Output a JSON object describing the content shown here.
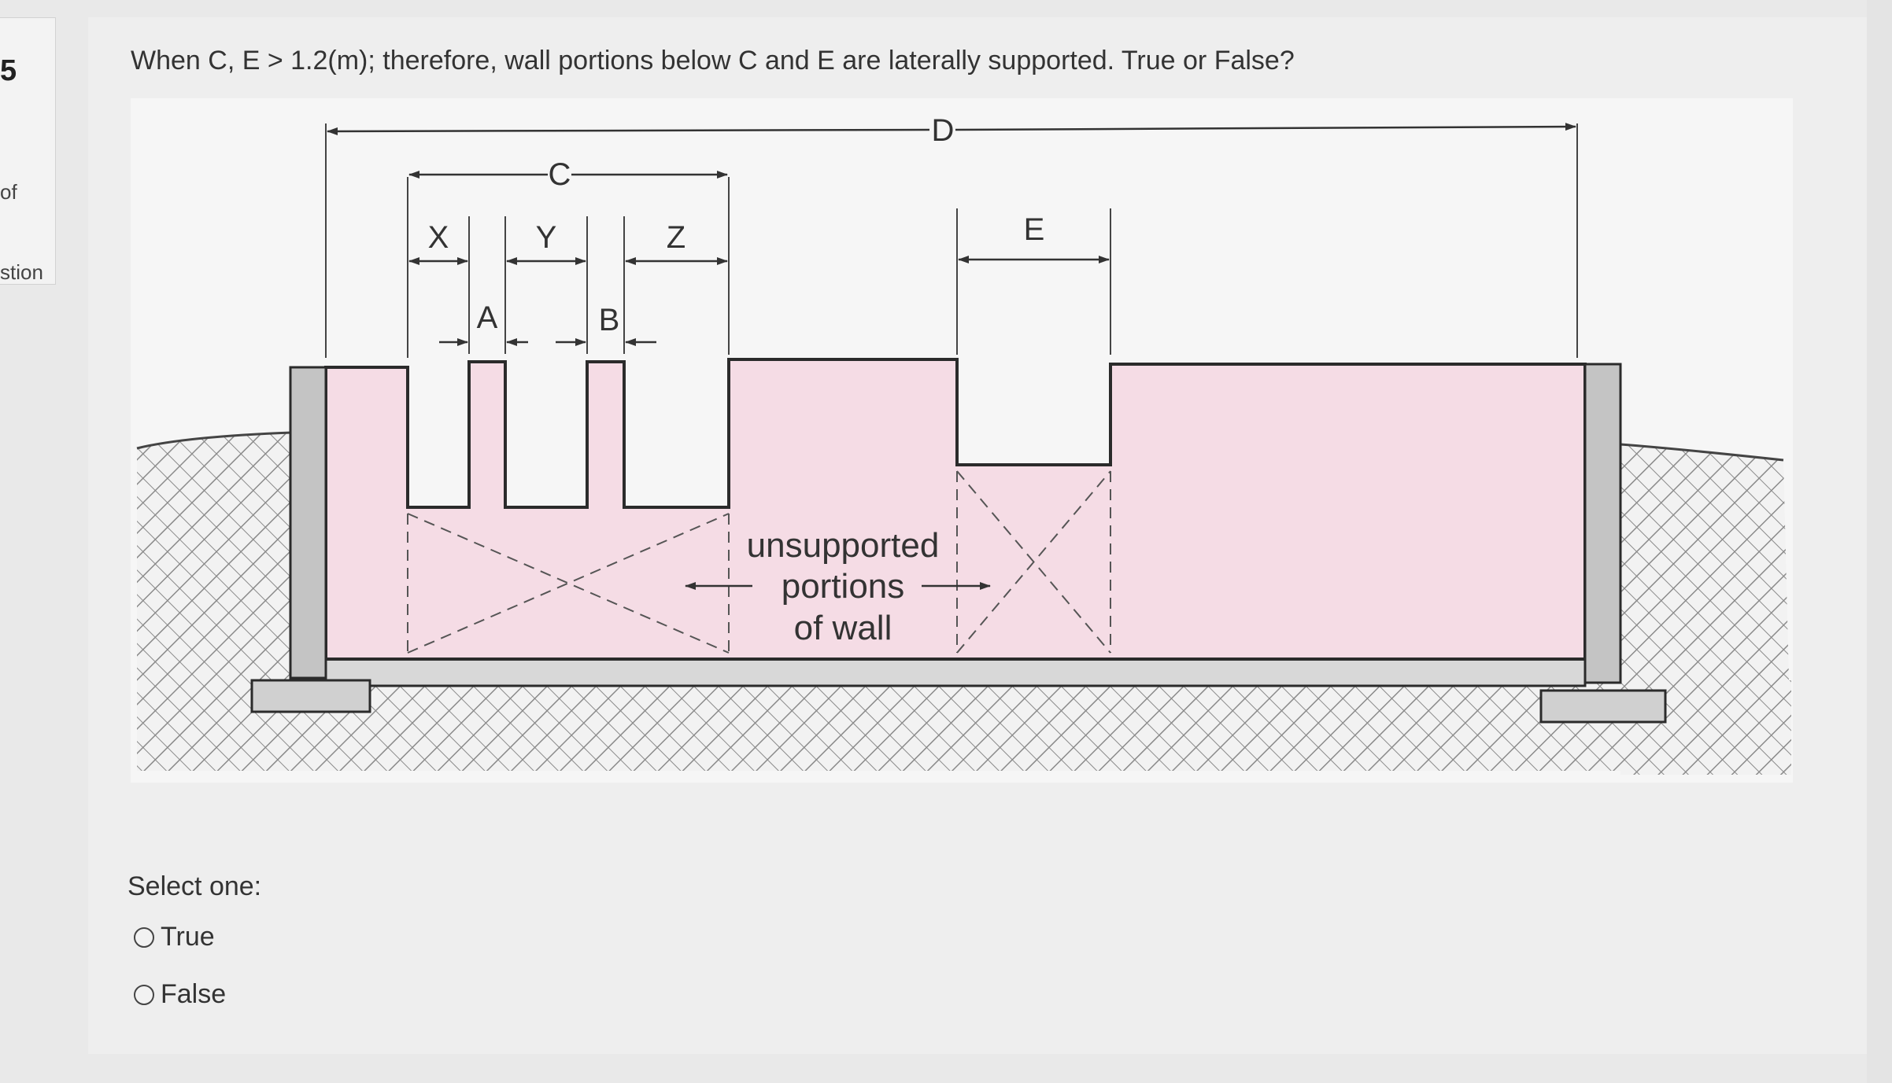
{
  "sidebar": {
    "question_number": "5",
    "of_text": "of",
    "question_text": "stion"
  },
  "question": {
    "text": "When C, E > 1.2(m); therefore, wall portions below C and E are laterally supported.   True or False?"
  },
  "figure": {
    "dimension_labels": {
      "D": "D",
      "C": "C",
      "X": "X",
      "Y": "Y",
      "Z": "Z",
      "E": "E",
      "A": "A",
      "B": "B"
    },
    "annotation_lines": [
      "unsupported",
      "portions",
      "of wall"
    ],
    "colors": {
      "wall_fill": "#f5dce5",
      "wall_stroke": "#2b2b2b",
      "footing_fill": "#bdbdbd",
      "soil_fill": "#f2f2f2"
    }
  },
  "answer": {
    "prompt": "Select one:",
    "options": [
      {
        "label": "True",
        "selected": false
      },
      {
        "label": "False",
        "selected": false
      }
    ]
  }
}
